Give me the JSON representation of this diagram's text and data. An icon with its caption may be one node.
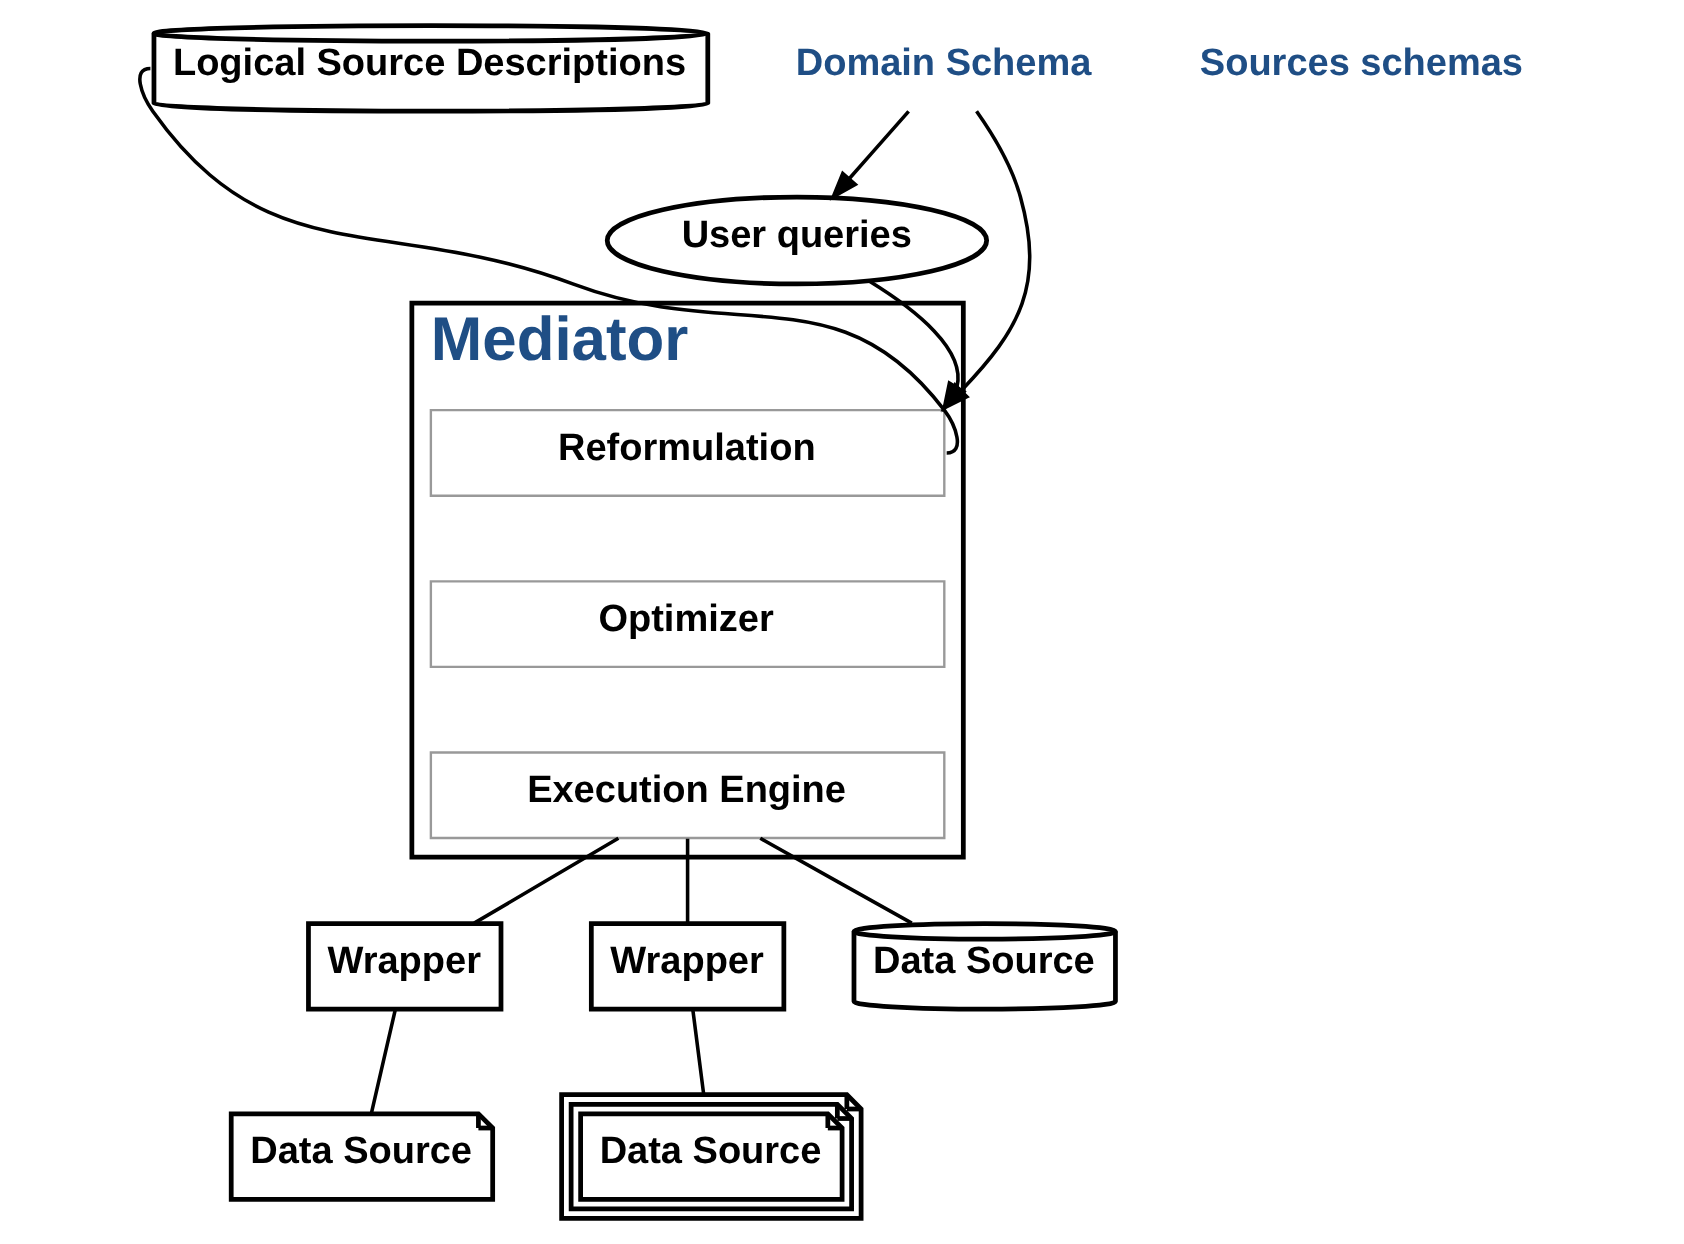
{
  "diagram": {
    "nodes": [
      {
        "text": [
          "User queries"
        ]
      },
      {
        "text": [
          "Mediator"
        ]
      },
      {
        "text": [
          "Reformulation"
        ],
        "in": 1
      },
      {
        "text": [
          "Optimizer"
        ],
        "in": 1
      },
      {
        "text": [
          "Execution Engine"
        ],
        "in": 1
      },
      {
        "text": [
          "Logical Source Descriptions"
        ]
      },
      {
        "text": [
          "Domain Schema"
        ]
      },
      {
        "text": [
          "Wrapper"
        ]
      },
      {
        "text": [
          "Wrapper"
        ]
      },
      {
        "text": [
          "Data Source"
        ]
      },
      {
        "text": [
          "Data Source"
        ]
      },
      {
        "text": [
          "Data Source"
        ]
      }
    ],
    "edges": [
      {
        "from": 6,
        "to": 0,
        "arrow": "to"
      },
      {
        "from": 6,
        "to": 2,
        "arrow": "to"
      },
      {
        "from": 0,
        "to": 2,
        "arrow": "to"
      },
      {
        "from": 2,
        "to": 5,
        "arrow": "none"
      },
      {
        "from": 4,
        "to": 9,
        "arrow": "none"
      },
      {
        "from": 4,
        "to": 7,
        "arrow": "none"
      },
      {
        "from": 4,
        "to": 8,
        "arrow": "none"
      },
      {
        "from": 7,
        "to": 10,
        "arrow": "none"
      },
      {
        "from": 8,
        "to": 11,
        "arrow": "none"
      }
    ],
    "labels": [
      "Sources schemas"
    ]
  }
}
